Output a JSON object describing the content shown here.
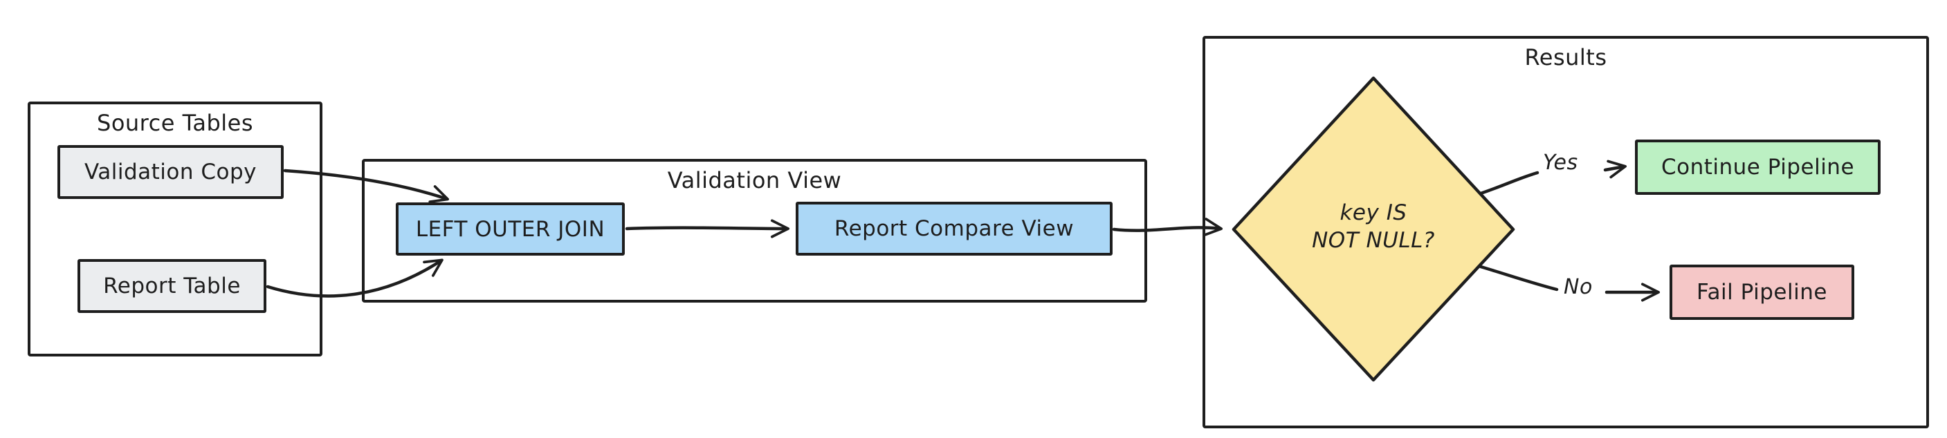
{
  "diagram": {
    "containers": {
      "source_tables": {
        "title": "Source Tables"
      },
      "validation_view": {
        "title": "Validation View"
      },
      "results": {
        "title": "Results"
      }
    },
    "nodes": {
      "validation_copy": {
        "label": "Validation Copy",
        "fill": "#ebedef"
      },
      "report_table": {
        "label": "Report Table",
        "fill": "#ebedef"
      },
      "left_outer_join": {
        "label": "LEFT OUTER JOIN",
        "fill": "#abd7f6"
      },
      "report_compare_view": {
        "label": "Report Compare View",
        "fill": "#abd7f6"
      },
      "decision": {
        "line1": "key IS",
        "line2": "NOT NULL?",
        "fill": "#fbe7a1"
      },
      "continue_pipeline": {
        "label": "Continue Pipeline",
        "fill": "#bcf0c3"
      },
      "fail_pipeline": {
        "label": "Fail Pipeline",
        "fill": "#f5c7c7"
      }
    },
    "edges": {
      "yes_label": "Yes",
      "no_label": "No"
    },
    "colors": {
      "stroke": "#1e1e1e",
      "background": "#ffffff",
      "node_blue": "#abd7f6",
      "node_gray": "#ebedef",
      "node_green": "#bcf0c3",
      "node_red": "#f5c7c7",
      "diamond_yellow": "#fbe7a1"
    }
  }
}
